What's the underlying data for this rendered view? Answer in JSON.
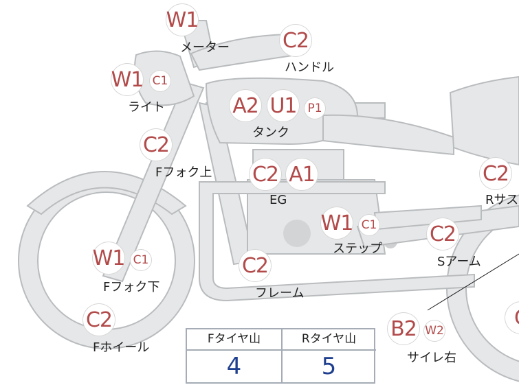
{
  "tire_table": {
    "headers": [
      "Fタイヤ山",
      "Rタイヤ山"
    ],
    "values": [
      "4",
      "5"
    ]
  },
  "parts": {
    "meter": {
      "label": "メーター",
      "codes": [
        "W1"
      ]
    },
    "handle": {
      "label": "ハンドル",
      "codes": [
        "C2"
      ]
    },
    "light": {
      "label": "ライト",
      "codes": [
        "W1",
        "C1"
      ]
    },
    "tank": {
      "label": "タンク",
      "codes": [
        "A2",
        "U1",
        "P1"
      ]
    },
    "fork_upper": {
      "label": "Fフォク上",
      "codes": [
        "C2"
      ]
    },
    "engine": {
      "label": "EG",
      "codes": [
        "C2",
        "A1"
      ]
    },
    "rear_susp": {
      "label": "Rサス",
      "codes": [
        "C2"
      ]
    },
    "step": {
      "label": "ステップ",
      "codes": [
        "W1",
        "C1"
      ]
    },
    "swingarm": {
      "label": "Sアーム",
      "codes": [
        "C2"
      ]
    },
    "fork_lower": {
      "label": "Fフォク下",
      "codes": [
        "W1",
        "C1"
      ]
    },
    "frame": {
      "label": "フレーム",
      "codes": [
        "C2"
      ]
    },
    "front_wheel": {
      "label": "Fホイール",
      "codes": [
        "C2"
      ]
    },
    "muffler_r": {
      "label": "サイレ右",
      "codes": [
        "B2",
        "W2"
      ]
    },
    "rear_edge": {
      "codes": [
        "C"
      ]
    }
  },
  "colors": {
    "badge_text": "#b24a4a",
    "bike_fill": "#e6e7e8",
    "bike_stroke": "#b9bcbe",
    "value_text": "#1f3f8f",
    "table_border": "#a5acb5"
  }
}
